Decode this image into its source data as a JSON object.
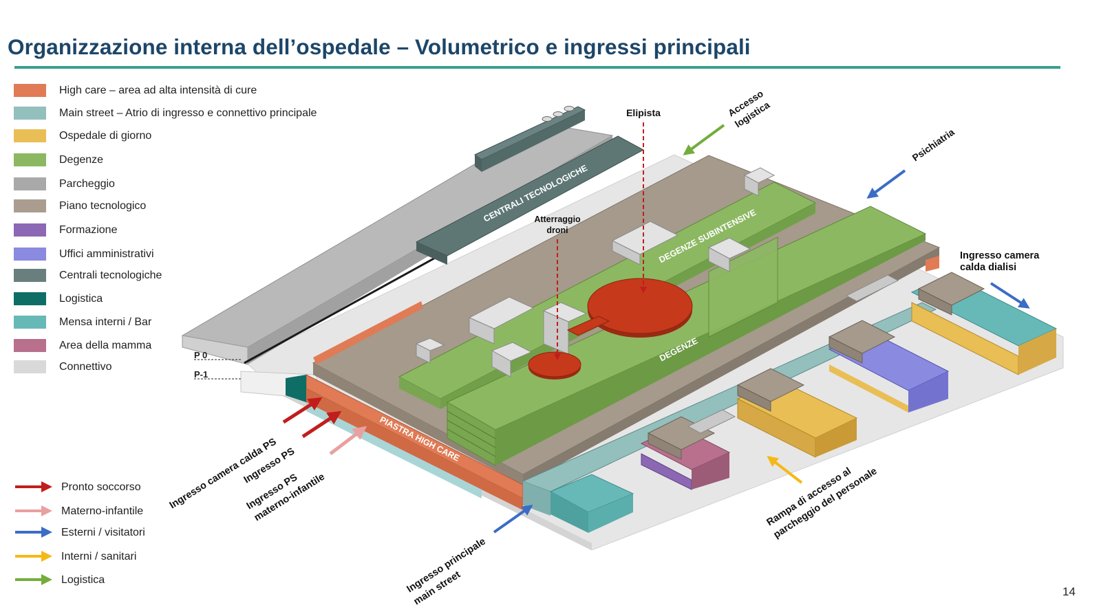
{
  "title": "Organizzazione interna dell’ospedale – Volumetrico e ingressi principali",
  "page_number": "14",
  "legend": [
    {
      "label": "High care – area ad alta intensità di cure",
      "color": "#e07b55"
    },
    {
      "label": "Main street – Atrio di ingresso e connettivo principale",
      "color": "#93bfbd"
    },
    {
      "label": "Ospedale di giorno",
      "color": "#e9be55"
    },
    {
      "label": "Degenze",
      "color": "#8db862"
    },
    {
      "label": "Parcheggio",
      "color": "#a9a9a9"
    },
    {
      "label": "Piano tecnologico",
      "color": "#aa9d8f"
    },
    {
      "label": "Formazione",
      "color": "#8c68b4"
    },
    {
      "label": "Uffici amministrativi",
      "color": "#8a8ae0"
    },
    {
      "label": "Centrali tecnologiche",
      "color": "#697f7d"
    },
    {
      "label": "Logistica",
      "color": "#0e6e66"
    },
    {
      "label": "Mensa interni / Bar",
      "color": "#66b9b7"
    },
    {
      "label": "Area della mamma",
      "color": "#b8708d"
    },
    {
      "label": "Connettivo",
      "color": "#d9d9d9"
    }
  ],
  "arrow_legend": [
    {
      "label": "Pronto soccorso",
      "color": "#c21d1d"
    },
    {
      "label": "Materno-infantile",
      "color": "#e8a0a0"
    },
    {
      "label": "Esterni / visitatori",
      "color": "#3b6cc6"
    },
    {
      "label": "Interni / sanitari",
      "color": "#f5b817"
    },
    {
      "label": "Logistica",
      "color": "#72ad3c"
    }
  ],
  "diagram": {
    "levels": {
      "p0": "P 0",
      "p1": "P-1"
    },
    "block_labels": {
      "centrali": "CENTRALI TECNOLOGICHE",
      "subintensive": "DEGENZE SUBINTENSIVE",
      "degenze": "DEGENZE",
      "piastra": "PIASTRA HIGH CARE"
    },
    "annotations": {
      "elipista": "Elipista",
      "droni_1": "Atterraggio",
      "droni_2": "droni",
      "accesso_1": "Accesso",
      "accesso_2": "logistica",
      "psichiatria": "Psichiatria",
      "dialisi_1": "Ingresso camera",
      "dialisi_2": "calda dialisi",
      "ps_calda": "Ingresso camera calda PS",
      "ps": "Ingresso PS",
      "ps_mi_1": "Ingresso PS",
      "ps_mi_2": "materno-infantile",
      "principale_1": "Ingresso principale",
      "principale_2": "main street",
      "rampa_1": "Rampa di accesso al",
      "rampa_2": "parcheggio del personale"
    }
  }
}
